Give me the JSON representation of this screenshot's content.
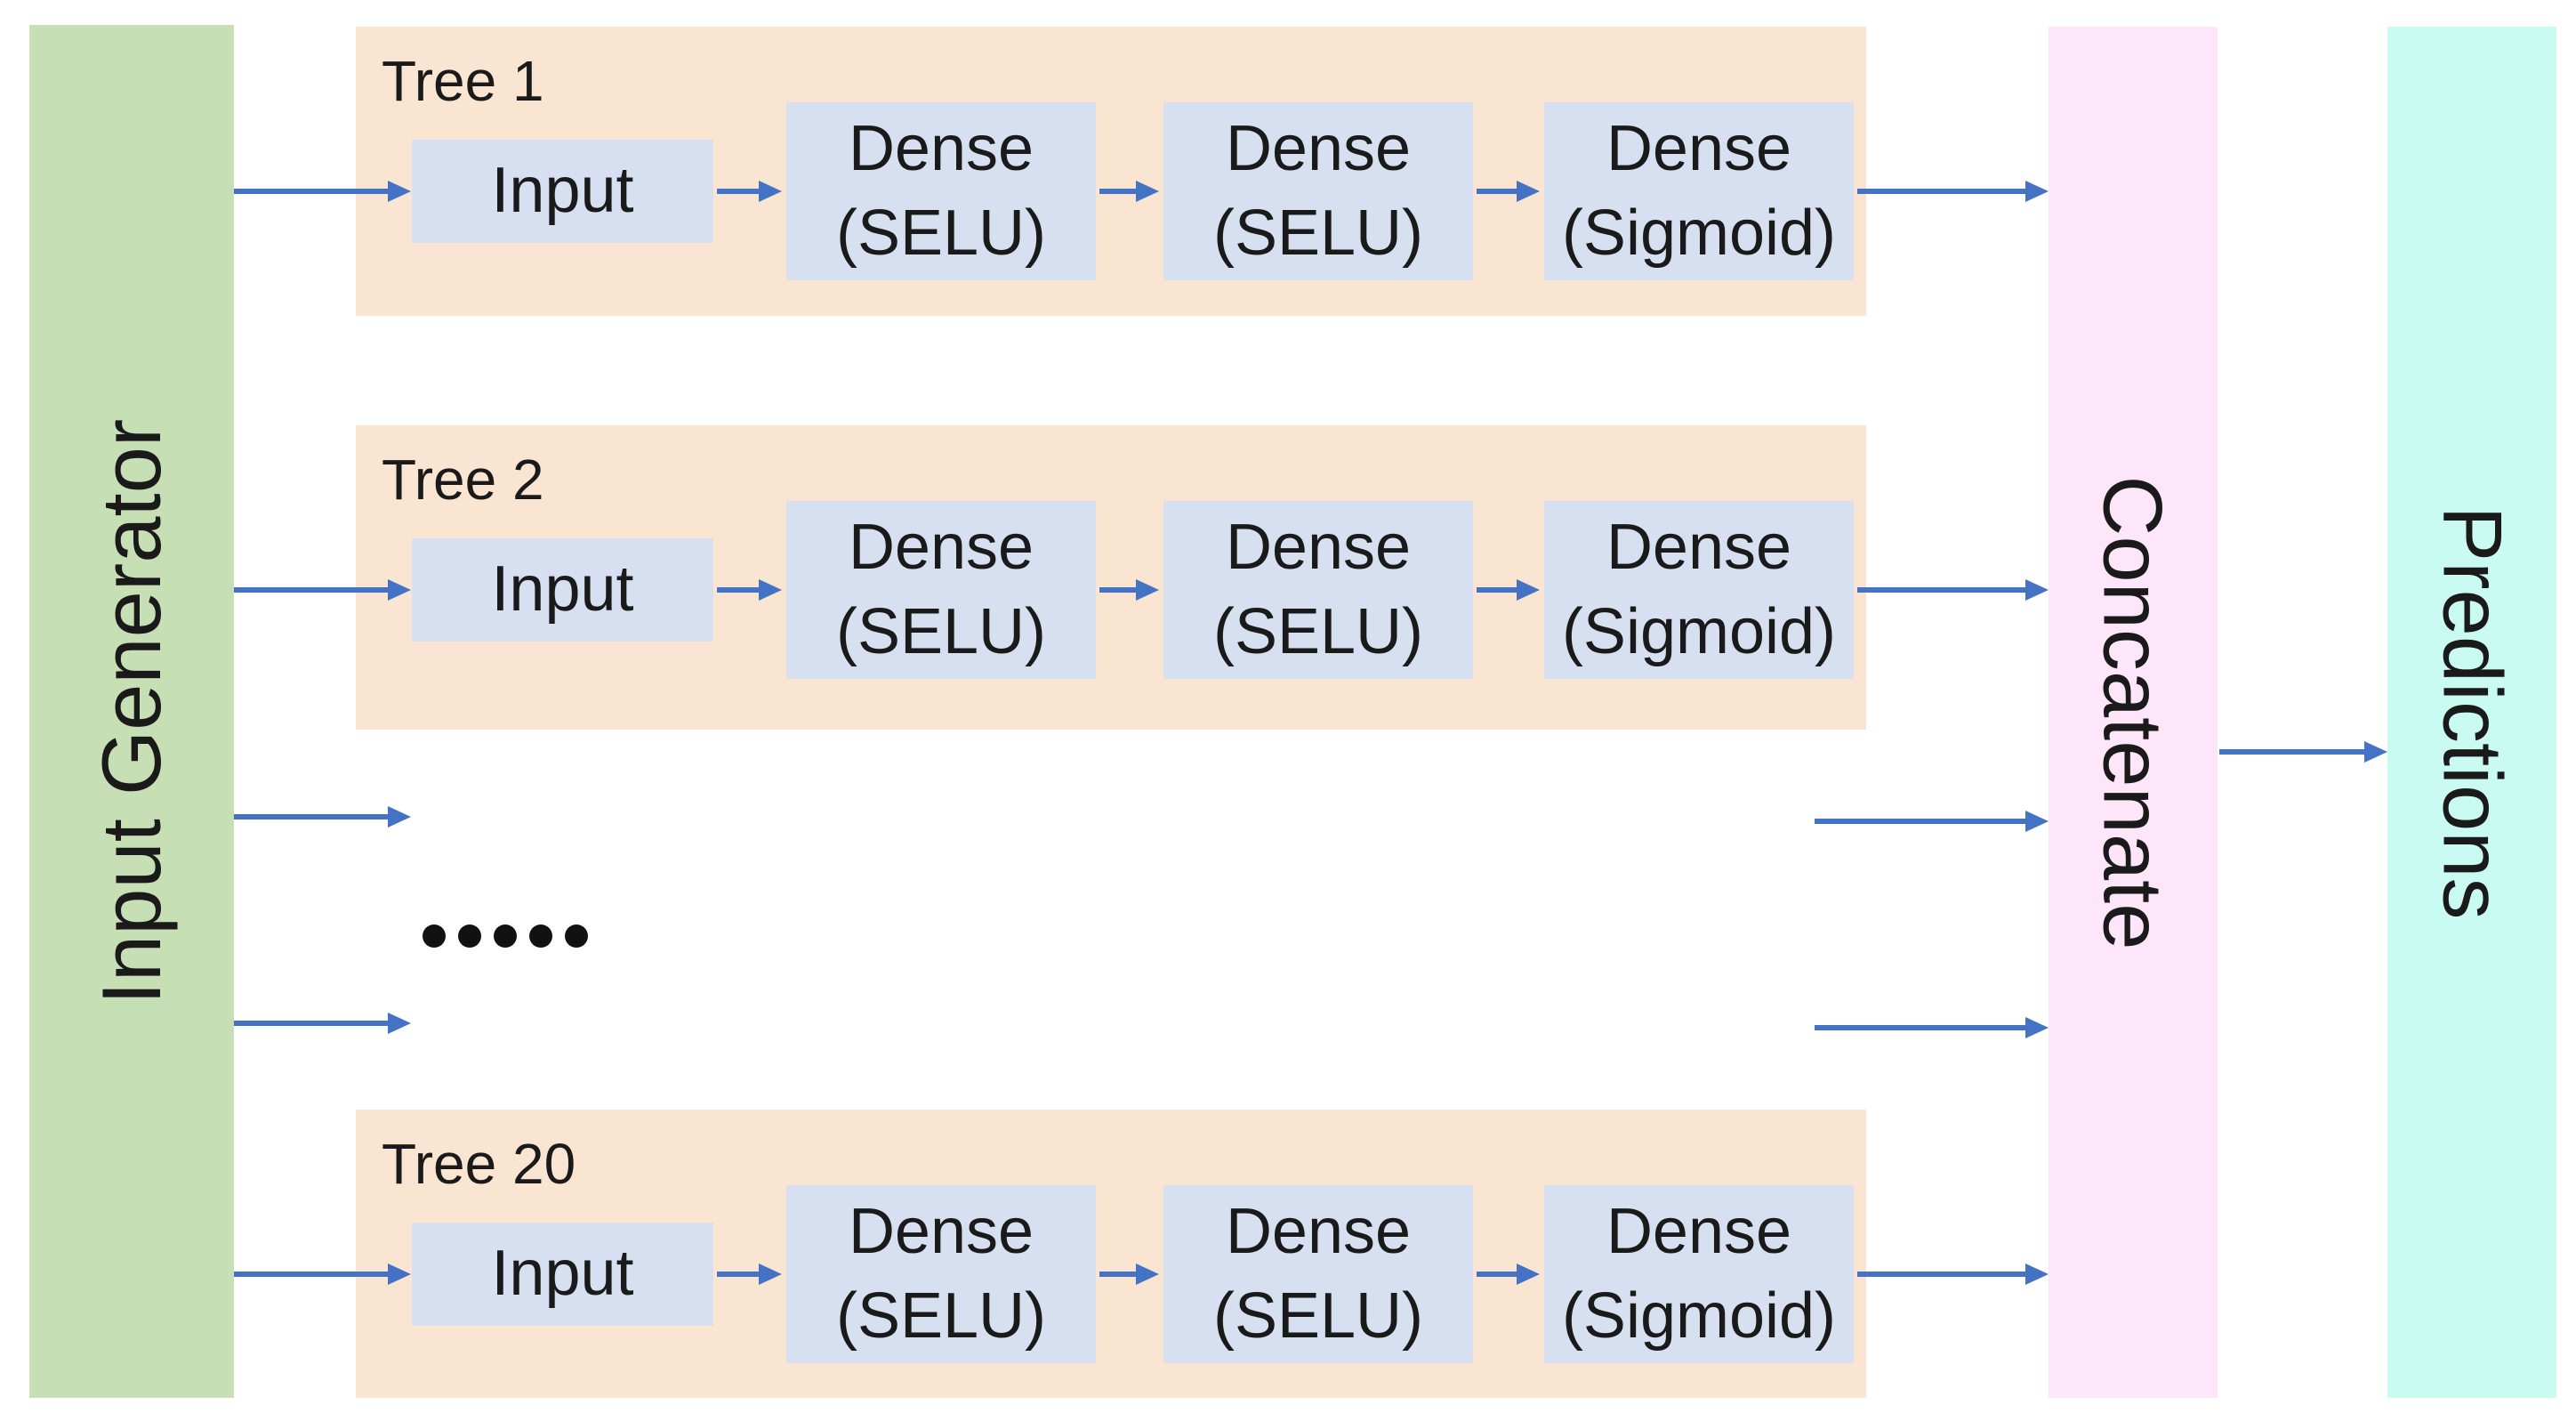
{
  "figure": {
    "input_generator_label": "Input Generator",
    "concatenate_label": "Concatenate",
    "predictions_label": "Predictions",
    "omitted_trees_ellipsis": "•••••"
  },
  "trees": [
    {
      "label": "Tree 1",
      "nodes": [
        {
          "line1": "Input",
          "line2": ""
        },
        {
          "line1": "Dense",
          "line2": "(SELU)"
        },
        {
          "line1": "Dense",
          "line2": "(SELU)"
        },
        {
          "line1": "Dense",
          "line2": "(Sigmoid)"
        }
      ]
    },
    {
      "label": "Tree 2",
      "nodes": [
        {
          "line1": "Input",
          "line2": ""
        },
        {
          "line1": "Dense",
          "line2": "(SELU)"
        },
        {
          "line1": "Dense",
          "line2": "(SELU)"
        },
        {
          "line1": "Dense",
          "line2": "(Sigmoid)"
        }
      ]
    },
    {
      "label": "Tree 20",
      "nodes": [
        {
          "line1": "Input",
          "line2": ""
        },
        {
          "line1": "Dense",
          "line2": "(SELU)"
        },
        {
          "line1": "Dense",
          "line2": "(SELU)"
        },
        {
          "line1": "Dense",
          "line2": "(Sigmoid)"
        }
      ]
    }
  ],
  "colors": {
    "input_generator_bar": "#c6dfb4",
    "tree_panel": "#fae5d3",
    "node_box": "#d7e0f0",
    "concatenate_bar": "#fde6fa",
    "predictions_bar": "#cafbf3",
    "arrow": "#4472c4",
    "text": "#1a1a1a"
  }
}
